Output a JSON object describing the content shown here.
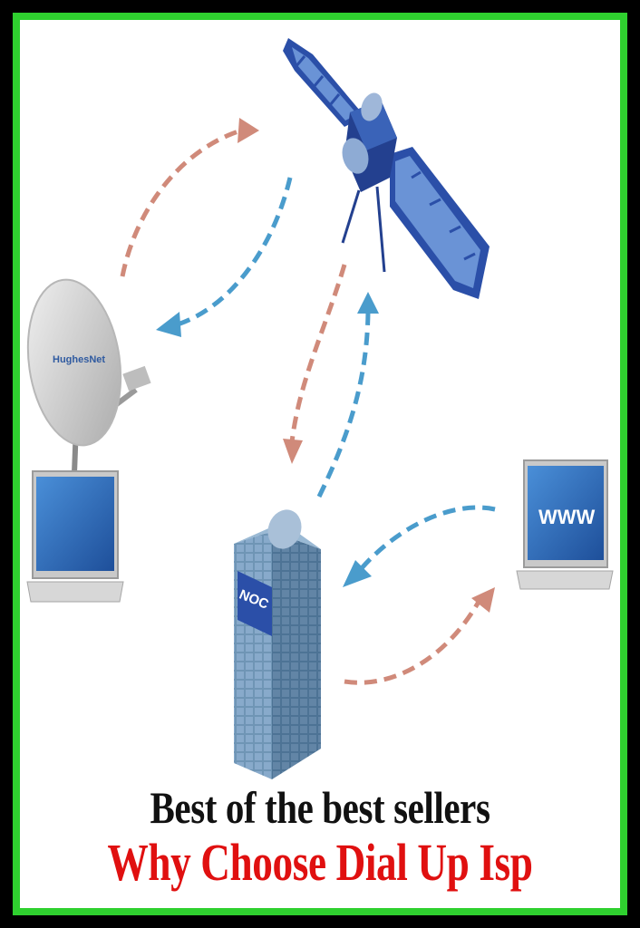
{
  "labels": {
    "dish_brand": "HughesNet",
    "laptop_screen": "WWW",
    "noc": "NOC"
  },
  "caption": {
    "line1": "Best of the best sellers",
    "line2": "Why Choose Dial Up Isp"
  },
  "colors": {
    "border_outer": "#000000",
    "border_green": "#2fd02f",
    "arrow_up": "#d08a7a",
    "arrow_down": "#4a9ccc",
    "caption_red": "#e01010",
    "satellite_blue": "#2b4fa8"
  }
}
